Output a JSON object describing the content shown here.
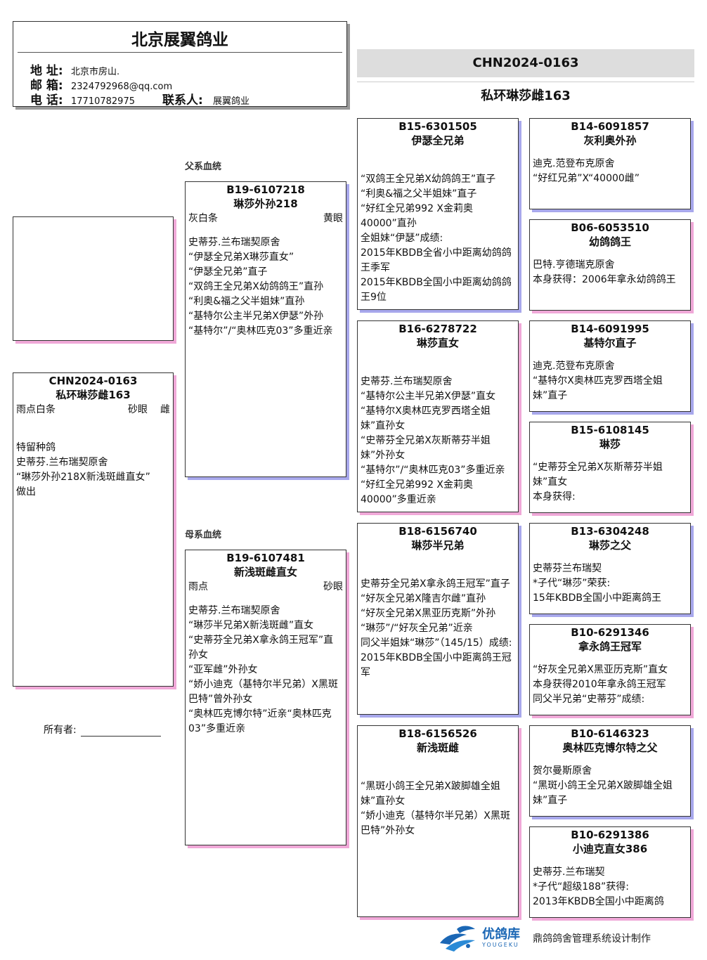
{
  "header": {
    "title": "北京展翼鸽业",
    "address_label": "地  址:",
    "address": "北京市房山.",
    "email_label": "邮  箱:",
    "email": "2324792968@qq.com",
    "phone_label": "电  话:",
    "phone": "17710782975",
    "contact_label": "联系人:",
    "contact": "展翼鸽业"
  },
  "top": {
    "ring": "CHN2024-0163",
    "name": "私环琳莎雌163"
  },
  "sections": {
    "sire_line": "父系血统",
    "dam_line": "母系血统"
  },
  "subject": {
    "ring": "CHN2024-0163",
    "name": "私环琳莎雌163",
    "color": "雨点白条",
    "eye": "砂眼",
    "sex": "雌",
    "lines": [
      "特留种鸽",
      "史蒂芬.兰布瑞契原舍",
      "“琳莎外孙218X新浅斑雌直女”",
      "做出"
    ]
  },
  "owner": {
    "label": "所有者:"
  },
  "sire": {
    "ring": "B19-6107218",
    "name": "琳莎外孙218",
    "color": "灰白条",
    "eye": "黄眼",
    "lines": [
      "史蒂芬.兰布瑞契原舍",
      "“伊瑟全兄弟X琳莎直女”",
      "“伊瑟全兄弟”直子",
      "“双鸽王全兄弟X幼鸽鸽王”直孙",
      "“利奥&福之父半姐妹”直孙",
      "“基特尔公主半兄弟X伊瑟”外孙",
      "“基特尔”/“奥林匹克03”多重近亲"
    ]
  },
  "dam": {
    "ring": "B19-6107481",
    "name": "新浅斑雌直女",
    "color": "雨点",
    "eye": "砂眼",
    "lines": [
      "史蒂芬.兰布瑞契原舍",
      "“琳莎半兄弟X新浅斑雌”直女",
      "“史蒂芬全兄弟X拿永鸽王冠军”直孙女",
      "“亚军雌”外孙女",
      "“娇小迪克（基特尔半兄弟）X黑斑巴特”曾外孙女",
      "“奥林匹克博尔特”近亲“奥林匹克03”多重近亲"
    ]
  },
  "gp1": {
    "ring": "B15-6301505",
    "name": "伊瑟全兄弟",
    "lines": [
      "“双鸽王全兄弟X幼鸽鸽王”直子",
      "“利奥&福之父半姐妹”直子",
      "“好红全兄弟992 X金莉奥40000”直孙",
      "全姐妹“伊瑟”成绩:",
      "2015年KBDB全省小中距离幼鸽鸽王季军",
      "2015年KBDB全国小中距离幼鸽鸽王9位"
    ]
  },
  "gp2": {
    "ring": "B16-6278722",
    "name": "琳莎直女",
    "lines": [
      "史蒂芬.兰布瑞契原舍",
      "“基特尔公主半兄弟X伊瑟”直女",
      "“基特尔X奥林匹克罗西塔全姐妹”直孙女",
      "“史蒂芬全兄弟X灰斯蒂芬半姐妹”外孙女",
      "“基特尔”/“奥林匹克03”多重近亲",
      "“好红全兄弟992 X金莉奥40000”多重近亲"
    ]
  },
  "gp3": {
    "ring": "B18-6156740",
    "name": "琳莎半兄弟",
    "lines": [
      "史蒂芬全兄弟X拿永鸽王冠军”直子",
      "“好灰全兄弟X隆吉尔雌”直孙",
      "“好灰全兄弟X黑亚历克斯”外孙",
      "“琳莎”/“好灰全兄弟”近亲",
      "同父半姐妹“琳莎”（145/15）成绩:",
      "2015年KBDB全国小中距离鸽王冠军"
    ]
  },
  "gp4": {
    "ring": "B18-6156526",
    "name": "新浅斑雌",
    "lines": [
      "“黑斑小鸽王全兄弟X跛脚雄全姐妹”直孙女",
      "“娇小迪克（基特尔半兄弟）X黑斑巴特”外孙女"
    ]
  },
  "ggp1": {
    "ring": "B14-6091857",
    "name": "灰利奥外孙",
    "lines": [
      "迪克.范登布克原舍",
      "“好红兄弟”X“40000雌”"
    ]
  },
  "ggp2": {
    "ring": "B06-6053510",
    "name": "幼鸽鸽王",
    "lines": [
      "巴特.亨德瑞克原舍",
      "本身获得：2006年拿永幼鸽鸽王"
    ]
  },
  "ggp3": {
    "ring": "B14-6091995",
    "name": "基特尔直子",
    "lines": [
      "迪克.范登布克原舍",
      "“基特尔X奥林匹克罗西塔全姐妹”直子"
    ]
  },
  "ggp4": {
    "ring": "B15-6108145",
    "name": "琳莎",
    "lines": [
      "“史蒂芬全兄弟X灰斯蒂芬半姐妹”直女",
      "本身获得:"
    ]
  },
  "ggp5": {
    "ring": "B13-6304248",
    "name": "琳莎之父",
    "lines": [
      "史蒂芬兰布瑞契",
      "*子代“琳莎”荣获:",
      "15年KBDB全国小中距离鸽王"
    ]
  },
  "ggp6": {
    "ring": "B10-6291346",
    "name": "拿永鸽王冠军",
    "lines": [
      "“好灰全兄弟X黑亚历克斯”直女",
      "本身获得2010年拿永鸽王冠军",
      "同父半兄弟“史蒂芬”成绩:"
    ]
  },
  "ggp7": {
    "ring": "B10-6146323",
    "name": "奥林匹克博尔特之父",
    "lines": [
      "贺尔曼斯原舍",
      "“黑斑小鸽王全兄弟X跛脚雄全姐妹”直子"
    ]
  },
  "ggp8": {
    "ring": "B10-6291386",
    "name": "小迪克直女386",
    "lines": [
      "史蒂芬.兰布瑞契",
      "*子代“超级188”获得:",
      "2013年KBDB全国小中距离鸽"
    ]
  },
  "footer": {
    "logo_cn": "优鸽库",
    "logo_en": "YOUGEKU",
    "note": "鼎鸽鸽舍管理系统设计制作"
  },
  "colors": {
    "shadow_pink": "#f0a8d8",
    "shadow_blue": "#a8a8ec",
    "band_gray": "#dddddd",
    "logo_blue": "#1b67b5"
  }
}
